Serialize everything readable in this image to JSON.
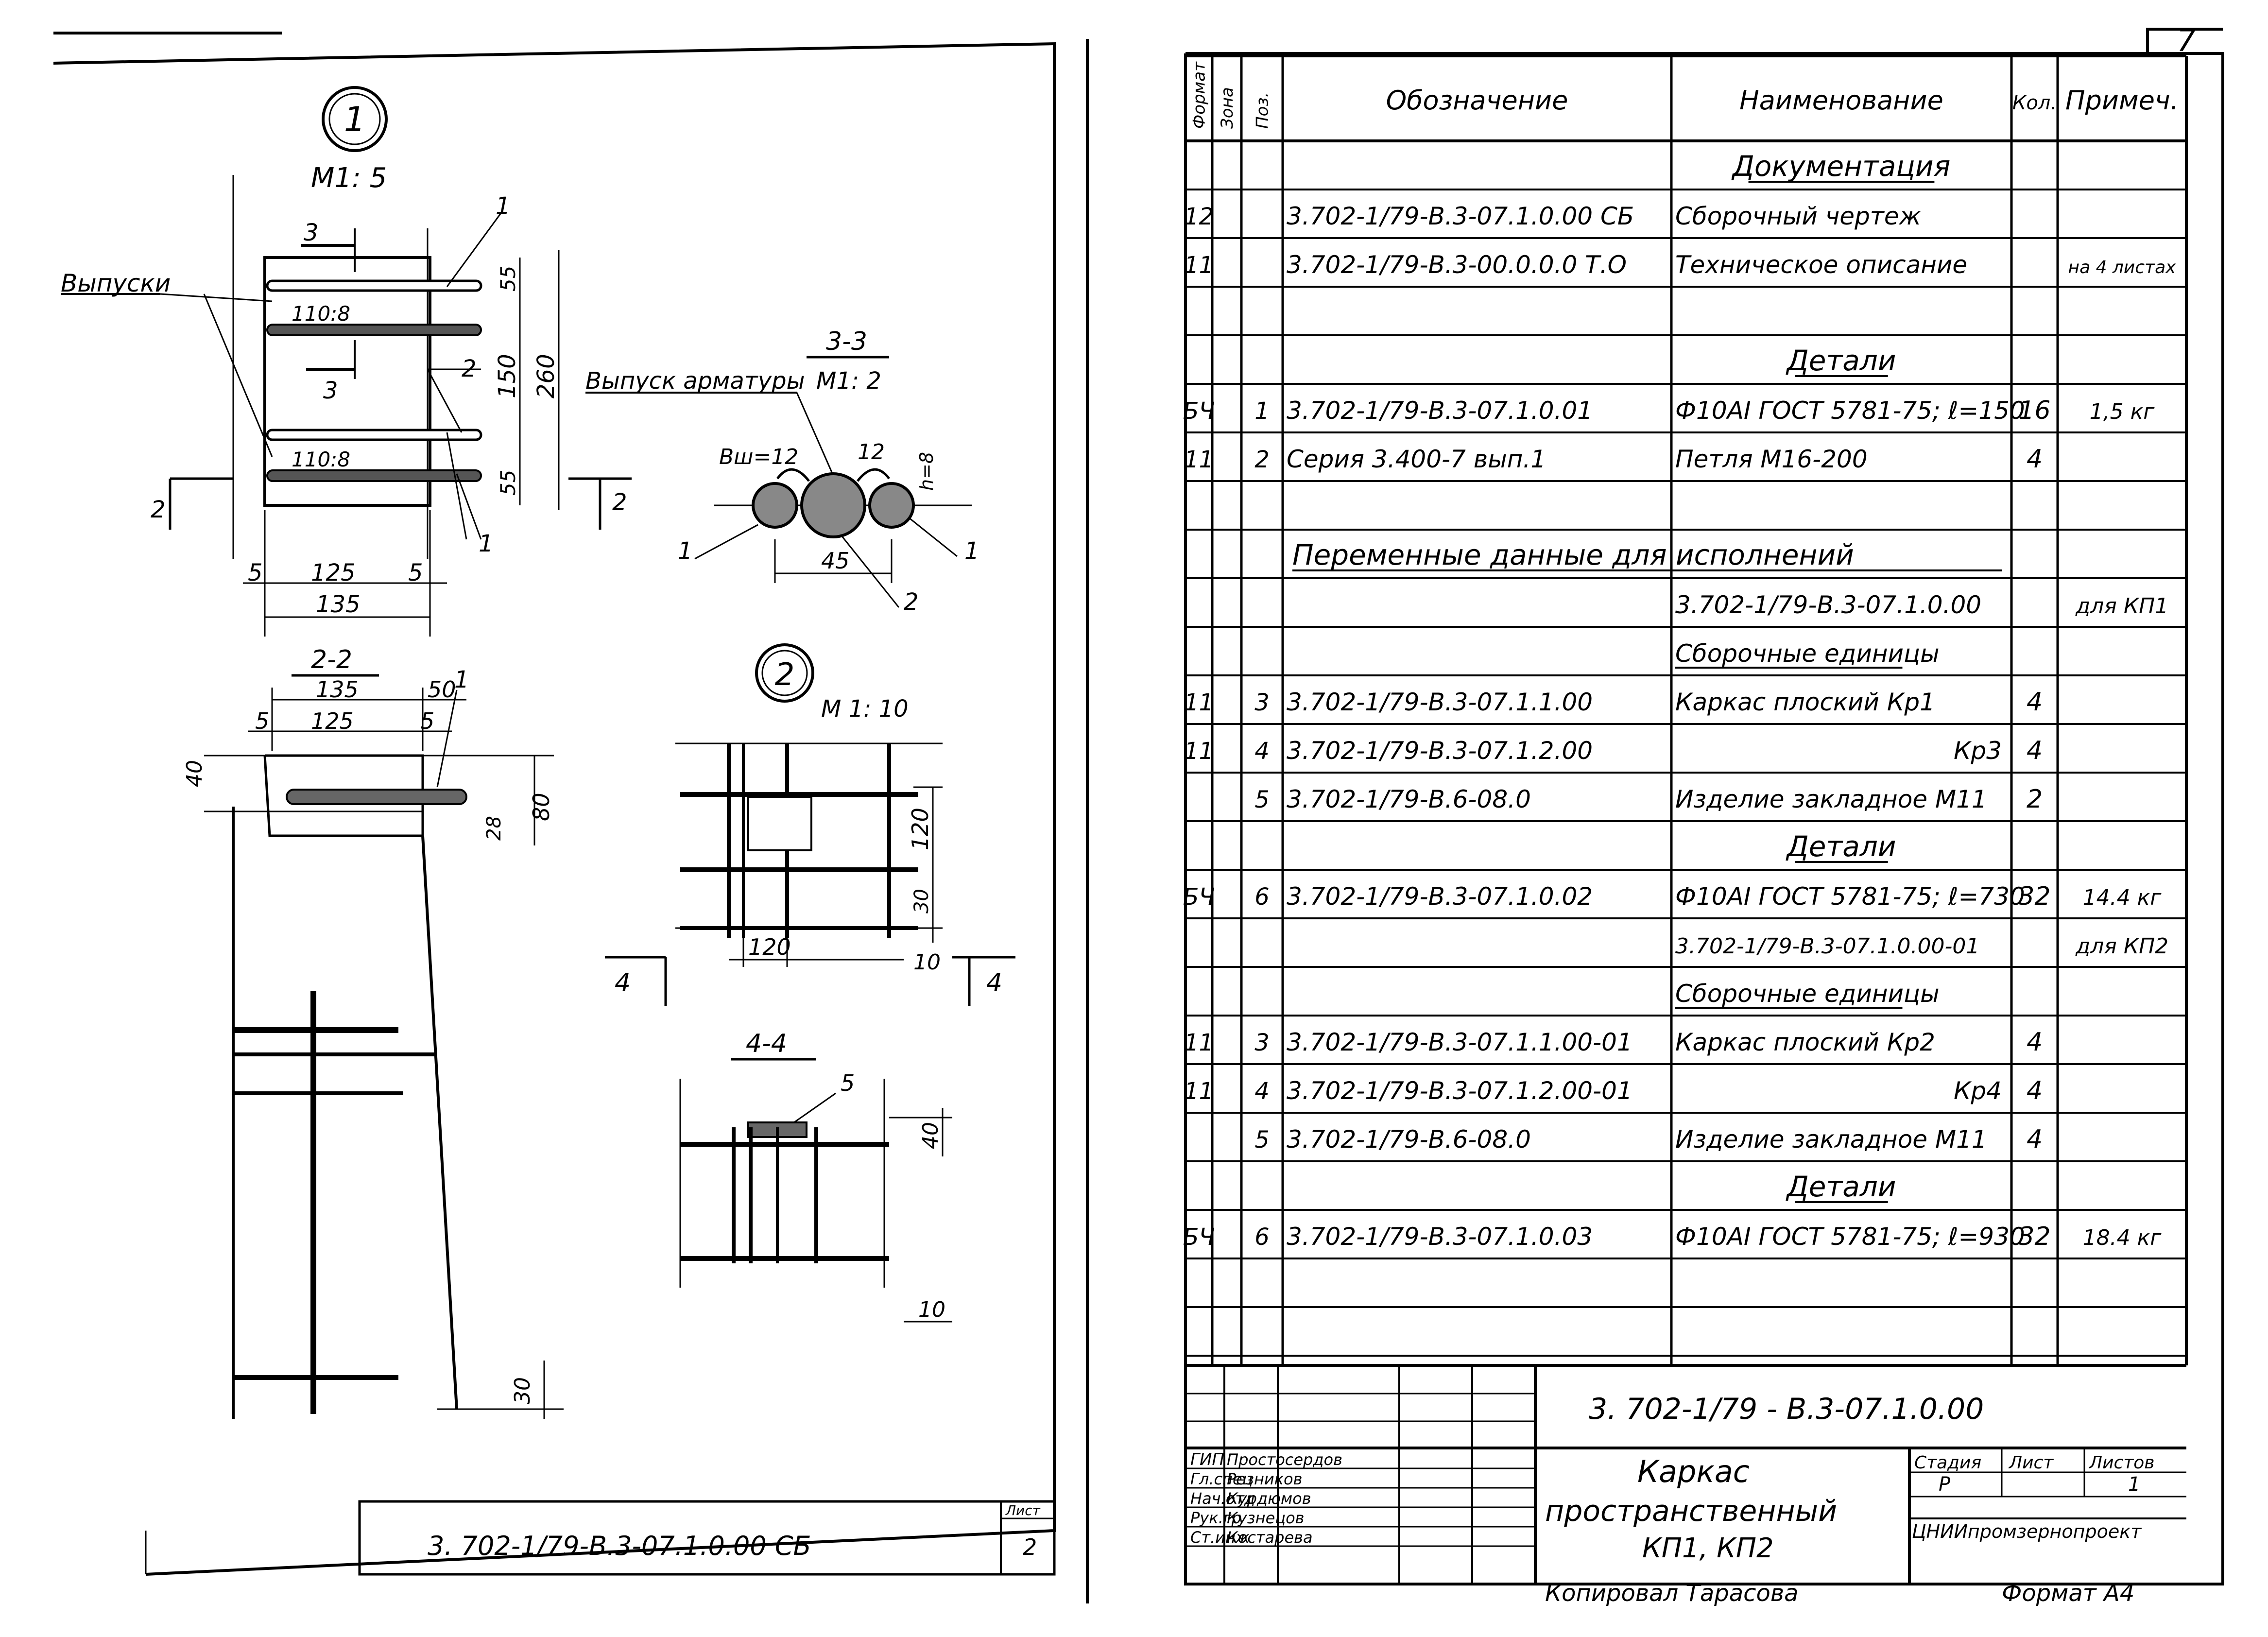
{
  "sheet_number": "7",
  "left_sheet": {
    "detail1": {
      "marker": "1",
      "scale": "М1: 5"
    },
    "label_vypuski": "Выпуски",
    "label_vypusk_armatury": "Выпуск арматуры",
    "label_110_8_top": "110:8",
    "label_110_8_bottom": "110:8",
    "section_3_3": {
      "title": "3-3",
      "scale": "М1: 2",
      "bw": "Bш=12",
      "top_12": "12",
      "h_label": "h=8",
      "dim_45": "45"
    },
    "detail2": {
      "marker": "2",
      "scale": "М 1: 10"
    },
    "section_2_2": "2-2",
    "section_4_4": "4-4",
    "dims": {
      "d3a": "3",
      "d3b": "3",
      "d2a": "2",
      "d2b": "2",
      "d1a": "1",
      "d1b": "1",
      "d1c": "1",
      "d1d": "1",
      "d1e": "1",
      "d2c": "2",
      "d2d": "2",
      "d55a": "55",
      "d150": "150",
      "d260": "260",
      "d55b": "55",
      "d5a": "5",
      "d125a": "125",
      "d5b": "5",
      "d135a": "135",
      "d135b": "135",
      "d50": "50",
      "d5c": "5",
      "d125b": "125",
      "d5d": "5",
      "d40a": "40",
      "d80": "80",
      "d28": "28",
      "d120a": "120",
      "d30a": "30",
      "d120b": "120",
      "d10a": "10",
      "d4a": "4",
      "d4b": "4",
      "d5e": "5",
      "d40b": "40",
      "d10b": "10",
      "d30b": "30"
    },
    "stamp": {
      "code": "3. 702-1/79-В.3-07.1.0.00 СБ",
      "sheet_label": "Лист",
      "sheet_no": "2"
    }
  },
  "spec": {
    "headers": [
      "Формат",
      "Зона",
      "Поз.",
      "Обозначение",
      "Наименование",
      "Кол.",
      "Примеч."
    ],
    "rows": [
      [
        "",
        "",
        "",
        "",
        "Документация",
        "",
        ""
      ],
      [
        "12",
        "",
        "",
        "3.702-1/79-В.3-07.1.0.00 СБ",
        "Сборочный чертеж",
        "",
        ""
      ],
      [
        "11",
        "",
        "",
        "3.702-1/79-В.3-00.0.0.0 Т.О",
        "Техническое описание",
        "",
        "на 4 листах"
      ],
      [
        "",
        "",
        "",
        "",
        "",
        "",
        ""
      ],
      [
        "",
        "",
        "",
        "",
        "Детали",
        "",
        ""
      ],
      [
        "БЧ",
        "",
        "1",
        "3.702-1/79-В.3-07.1.0.01",
        "Ф10АI ГОСТ 5781-75; ℓ=150",
        "16",
        "1,5 кг"
      ],
      [
        "11",
        "",
        "2",
        "Серия 3.400-7 вып.1",
        "Петля М16-200",
        "4",
        ""
      ],
      [
        "",
        "",
        "",
        "",
        "",
        "",
        ""
      ],
      [
        "",
        "",
        "",
        "Переменные данные для исполнений",
        "",
        "",
        ""
      ],
      [
        "",
        "",
        "",
        "",
        "3.702-1/79-В.3-07.1.0.00",
        "",
        "для КП1"
      ],
      [
        "",
        "",
        "",
        "",
        "Сборочные единицы",
        "",
        ""
      ],
      [
        "11",
        "",
        "3",
        "3.702-1/79-В.3-07.1.1.00",
        "Каркас плоский Кр1",
        "4",
        ""
      ],
      [
        "11",
        "",
        "4",
        "3.702-1/79-В.3-07.1.2.00",
        "Кр3",
        "4",
        ""
      ],
      [
        "",
        "",
        "5",
        "3.702-1/79-В.6-08.0",
        "Изделие закладное М11",
        "2",
        ""
      ],
      [
        "",
        "",
        "",
        "",
        "Детали",
        "",
        ""
      ],
      [
        "БЧ",
        "",
        "6",
        "3.702-1/79-В.3-07.1.0.02",
        "Ф10АI ГОСТ 5781-75; ℓ=730",
        "32",
        "14.4 кг"
      ],
      [
        "",
        "",
        "",
        "",
        "3.702-1/79-В.3-07.1.0.00-01",
        "",
        "для КП2"
      ],
      [
        "",
        "",
        "",
        "",
        "Сборочные единицы",
        "",
        ""
      ],
      [
        "11",
        "",
        "3",
        "3.702-1/79-В.3-07.1.1.00-01",
        "Каркас плоский Кр2",
        "4",
        ""
      ],
      [
        "11",
        "",
        "4",
        "3.702-1/79-В.3-07.1.2.00-01",
        "Кр4",
        "4",
        ""
      ],
      [
        "",
        "",
        "5",
        "3.702-1/79-В.6-08.0",
        "Изделие закладное М11",
        "4",
        ""
      ],
      [
        "",
        "",
        "",
        "",
        "Детали",
        "",
        ""
      ],
      [
        "БЧ",
        "",
        "6",
        "3.702-1/79-В.3-07.1.0.03",
        "Ф10АI ГОСТ 5781-75; ℓ=930",
        "32",
        "18.4 кг"
      ]
    ]
  },
  "title_block": {
    "code": "3. 702-1/79 - В.3-07.1.0.00",
    "name_line1": "Каркас",
    "name_line2": "пространственный",
    "name_line3": "КП1, КП2",
    "stage_label": "Стадия",
    "sheet_label": "Лист",
    "sheets_label": "Листов",
    "stage_value": "Р",
    "sheets_value": "1",
    "org": "ЦНИИпромзернопроект",
    "roles": [
      "ГИП",
      "Гл.спец",
      "Нач.отд",
      "Рук.гр",
      "Ст.инж"
    ],
    "names": [
      "Простосердов",
      "Резников",
      "Курдюмов",
      "Кузнецов",
      "Костарева"
    ]
  },
  "footer": {
    "copied": "Копировал Тарасова",
    "format": "Формат А4"
  }
}
